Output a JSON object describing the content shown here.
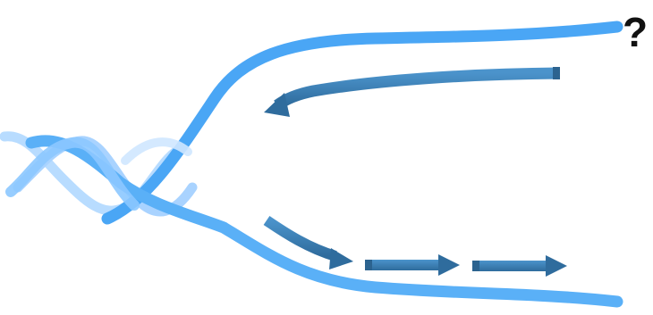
{
  "diagram": {
    "question_mark": "?",
    "colors": {
      "strand_light": "#bfe0ff",
      "strand_mid": "#8cc8ff",
      "strand_dark": "#3d93e8",
      "strand_bright": "#4aa6f5",
      "arrow_fill": "#3a7fb6",
      "arrow_dark": "#2c638f",
      "question_mark": "#111111"
    },
    "parts": [
      {
        "name": "parent-double-helix",
        "label": ""
      },
      {
        "name": "leading-strand-template",
        "label": ""
      },
      {
        "name": "lagging-strand-template",
        "label": ""
      },
      {
        "name": "leading-strand-new",
        "label": ""
      },
      {
        "name": "okazaki-fragment-1",
        "label": ""
      },
      {
        "name": "okazaki-fragment-2",
        "label": ""
      },
      {
        "name": "okazaki-fragment-3",
        "label": ""
      }
    ]
  }
}
